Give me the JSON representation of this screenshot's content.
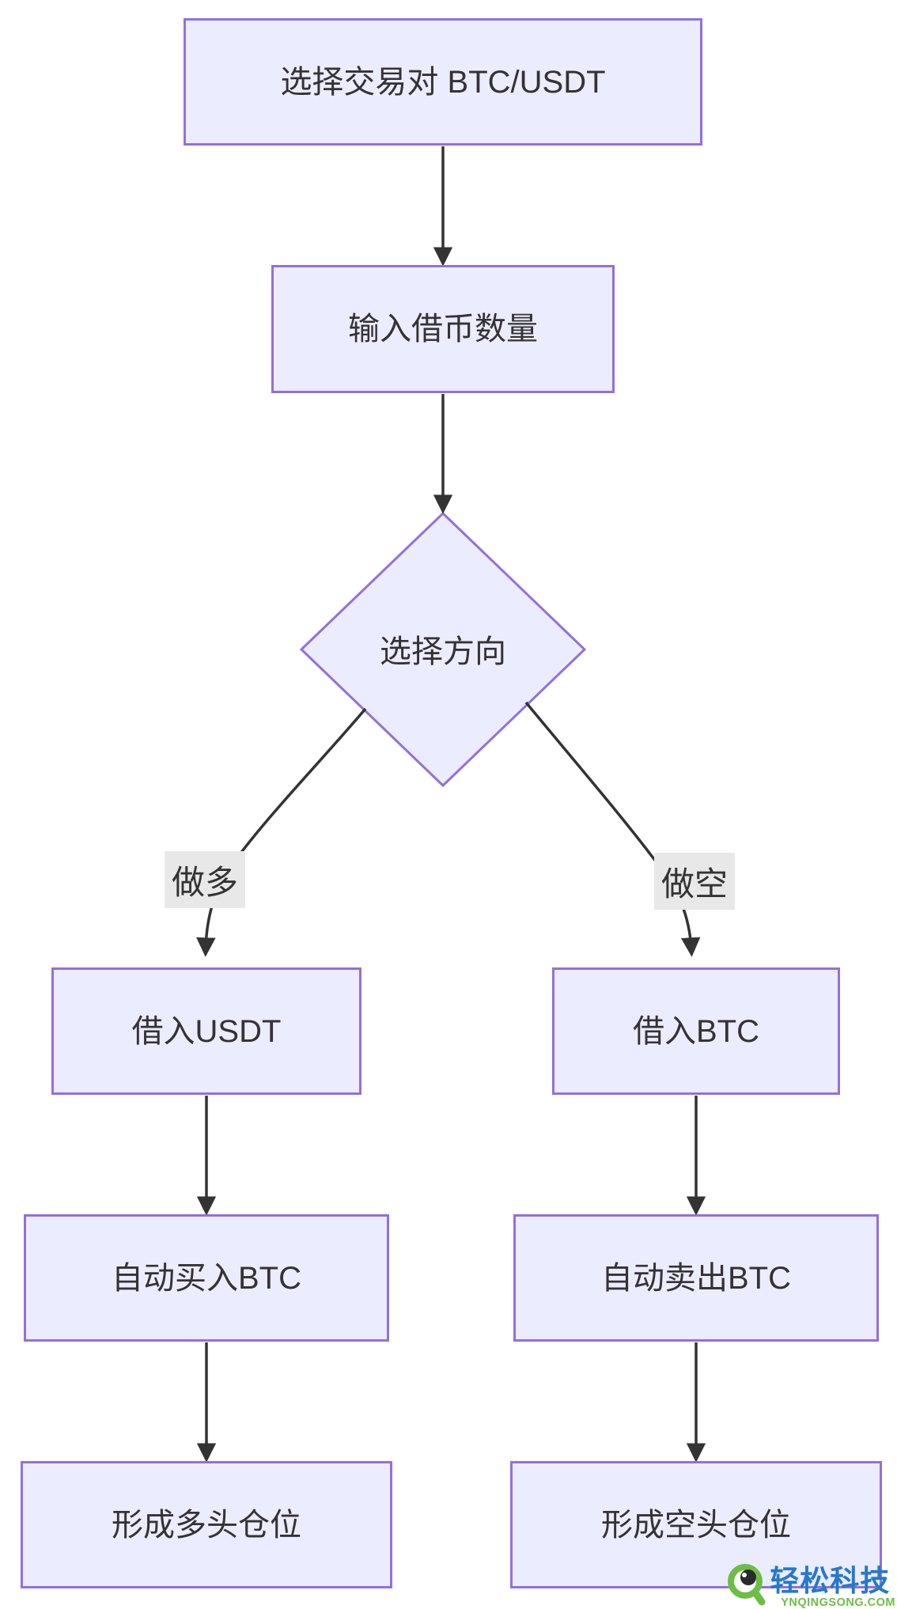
{
  "diagram": {
    "type": "flowchart",
    "direction": "top-down",
    "nodes": {
      "select_pair": {
        "label": "选择交易对 BTC/USDT",
        "shape": "rect"
      },
      "enter_amount": {
        "label": "输入借币数量",
        "shape": "rect"
      },
      "choose_direction": {
        "label": "选择方向",
        "shape": "diamond"
      },
      "borrow_usdt": {
        "label": "借入USDT",
        "shape": "rect"
      },
      "borrow_btc": {
        "label": "借入BTC",
        "shape": "rect"
      },
      "auto_buy_btc": {
        "label": "自动买入BTC",
        "shape": "rect"
      },
      "auto_sell_btc": {
        "label": "自动卖出BTC",
        "shape": "rect"
      },
      "long_position": {
        "label": "形成多头仓位",
        "shape": "rect"
      },
      "short_position": {
        "label": "形成空头仓位",
        "shape": "rect"
      }
    },
    "edges": [
      {
        "from": "select_pair",
        "to": "enter_amount",
        "label": ""
      },
      {
        "from": "enter_amount",
        "to": "choose_direction",
        "label": ""
      },
      {
        "from": "choose_direction",
        "to": "borrow_usdt",
        "label": "做多"
      },
      {
        "from": "choose_direction",
        "to": "borrow_btc",
        "label": "做空"
      },
      {
        "from": "borrow_usdt",
        "to": "auto_buy_btc",
        "label": ""
      },
      {
        "from": "borrow_btc",
        "to": "auto_sell_btc",
        "label": ""
      },
      {
        "from": "auto_buy_btc",
        "to": "long_position",
        "label": ""
      },
      {
        "from": "auto_sell_btc",
        "to": "short_position",
        "label": ""
      }
    ],
    "colors": {
      "node_fill": "#ECECFF",
      "node_border": "#9370DB",
      "node_text": "#333333",
      "edge": "#333333",
      "edge_label_bg": "#E8E8E8",
      "background": "#FFFFFF"
    }
  },
  "watermark": {
    "brand": "轻松科技",
    "site": "YNQINGSONG.COM",
    "brand_color": "#2579C8",
    "site_color": "#6CBE45",
    "icon": "eye-magnifier"
  }
}
